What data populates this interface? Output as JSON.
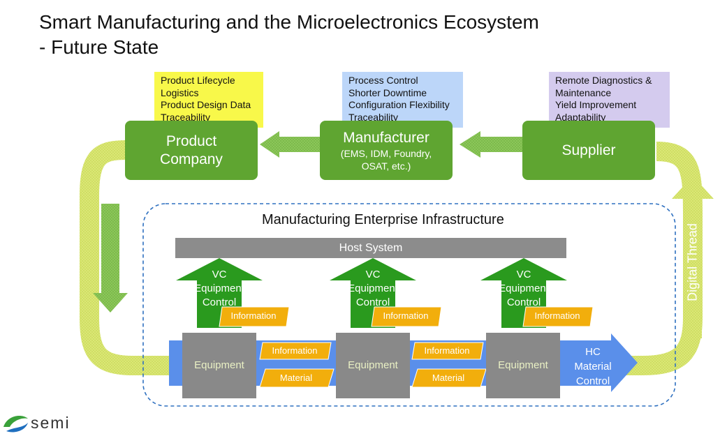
{
  "title": {
    "line1": "Smart Manufacturing and the Microelectronics Ecosystem",
    "line2": "- Future State"
  },
  "notes": {
    "product": [
      "Product Lifecycle",
      "Logistics",
      "Product Design Data",
      "Traceability"
    ],
    "manufacturer": [
      "Process Control",
      "Shorter Downtime",
      "Configuration Flexibility",
      "Traceability"
    ],
    "supplier": [
      "Remote Diagnostics &",
      "Maintenance",
      "Yield Improvement",
      "Adaptability"
    ]
  },
  "parties": {
    "product_company": [
      "Product",
      "Company"
    ],
    "manufacturer_title": "Manufacturer",
    "manufacturer_sub": [
      "(EMS, IDM, Foundry,",
      "OSAT, etc.)"
    ],
    "supplier": "Supplier"
  },
  "infrastructure": {
    "title": "Manufacturing Enterprise Infrastructure",
    "host": "Host System",
    "vc": [
      "VC",
      "Equipment",
      "Control"
    ],
    "information": "Information",
    "material": "Material",
    "equipment": "Equipment",
    "hc": [
      "HC",
      "Material",
      "Control"
    ]
  },
  "digital_thread": "Digital Thread",
  "logo": "semi",
  "colors": {
    "product_note": "#f8f84a",
    "manufacturer_note": "#bcd6f9",
    "supplier_note": "#d4cbee",
    "party_green": "#5fa531",
    "thread_yellow": "#dde97a",
    "arrow_green": "#2a9a1e",
    "tag_orange": "#f2ae0c",
    "hc_blue": "#5a8fea",
    "host_gray": "#8c8c8c",
    "dashed_border": "#2e70c0"
  }
}
